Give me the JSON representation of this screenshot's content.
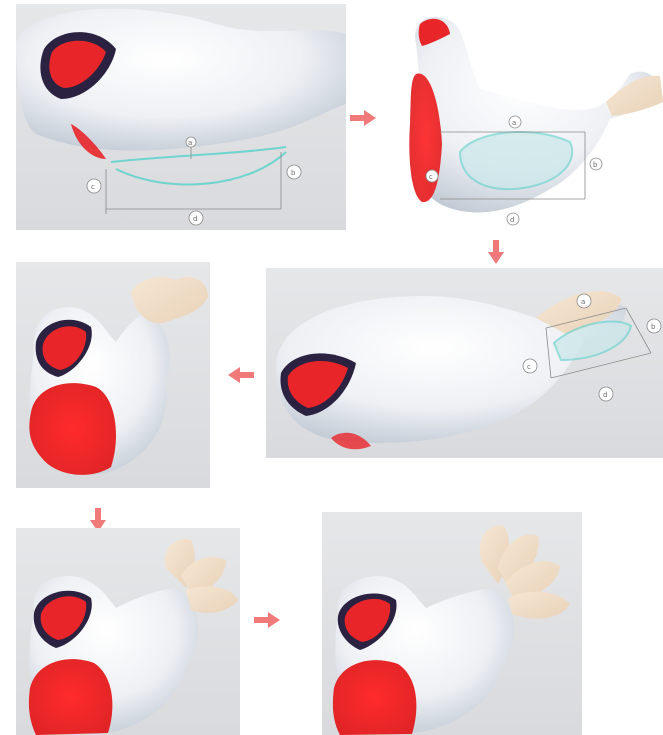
{
  "figure": {
    "steps": [
      {
        "id": "step-1",
        "annotation_labels": [
          "a",
          "b",
          "c",
          "d"
        ]
      },
      {
        "id": "step-2",
        "annotation_labels": [
          "a",
          "b",
          "c",
          "d"
        ]
      },
      {
        "id": "step-3",
        "annotation_labels": [
          "a",
          "b",
          "c",
          "d"
        ]
      },
      {
        "id": "step-4",
        "annotation_labels": []
      },
      {
        "id": "step-5",
        "annotation_labels": []
      },
      {
        "id": "step-6",
        "annotation_labels": []
      }
    ],
    "colors": {
      "body": "#eef0f4",
      "body_shade": "#b9c3cf",
      "accent_red": "#e8262a",
      "eye_ring": "#2b2140",
      "tail": "#f1dcc4",
      "guide": "#6fd3d0",
      "arrow": "#f07a7a"
    }
  }
}
